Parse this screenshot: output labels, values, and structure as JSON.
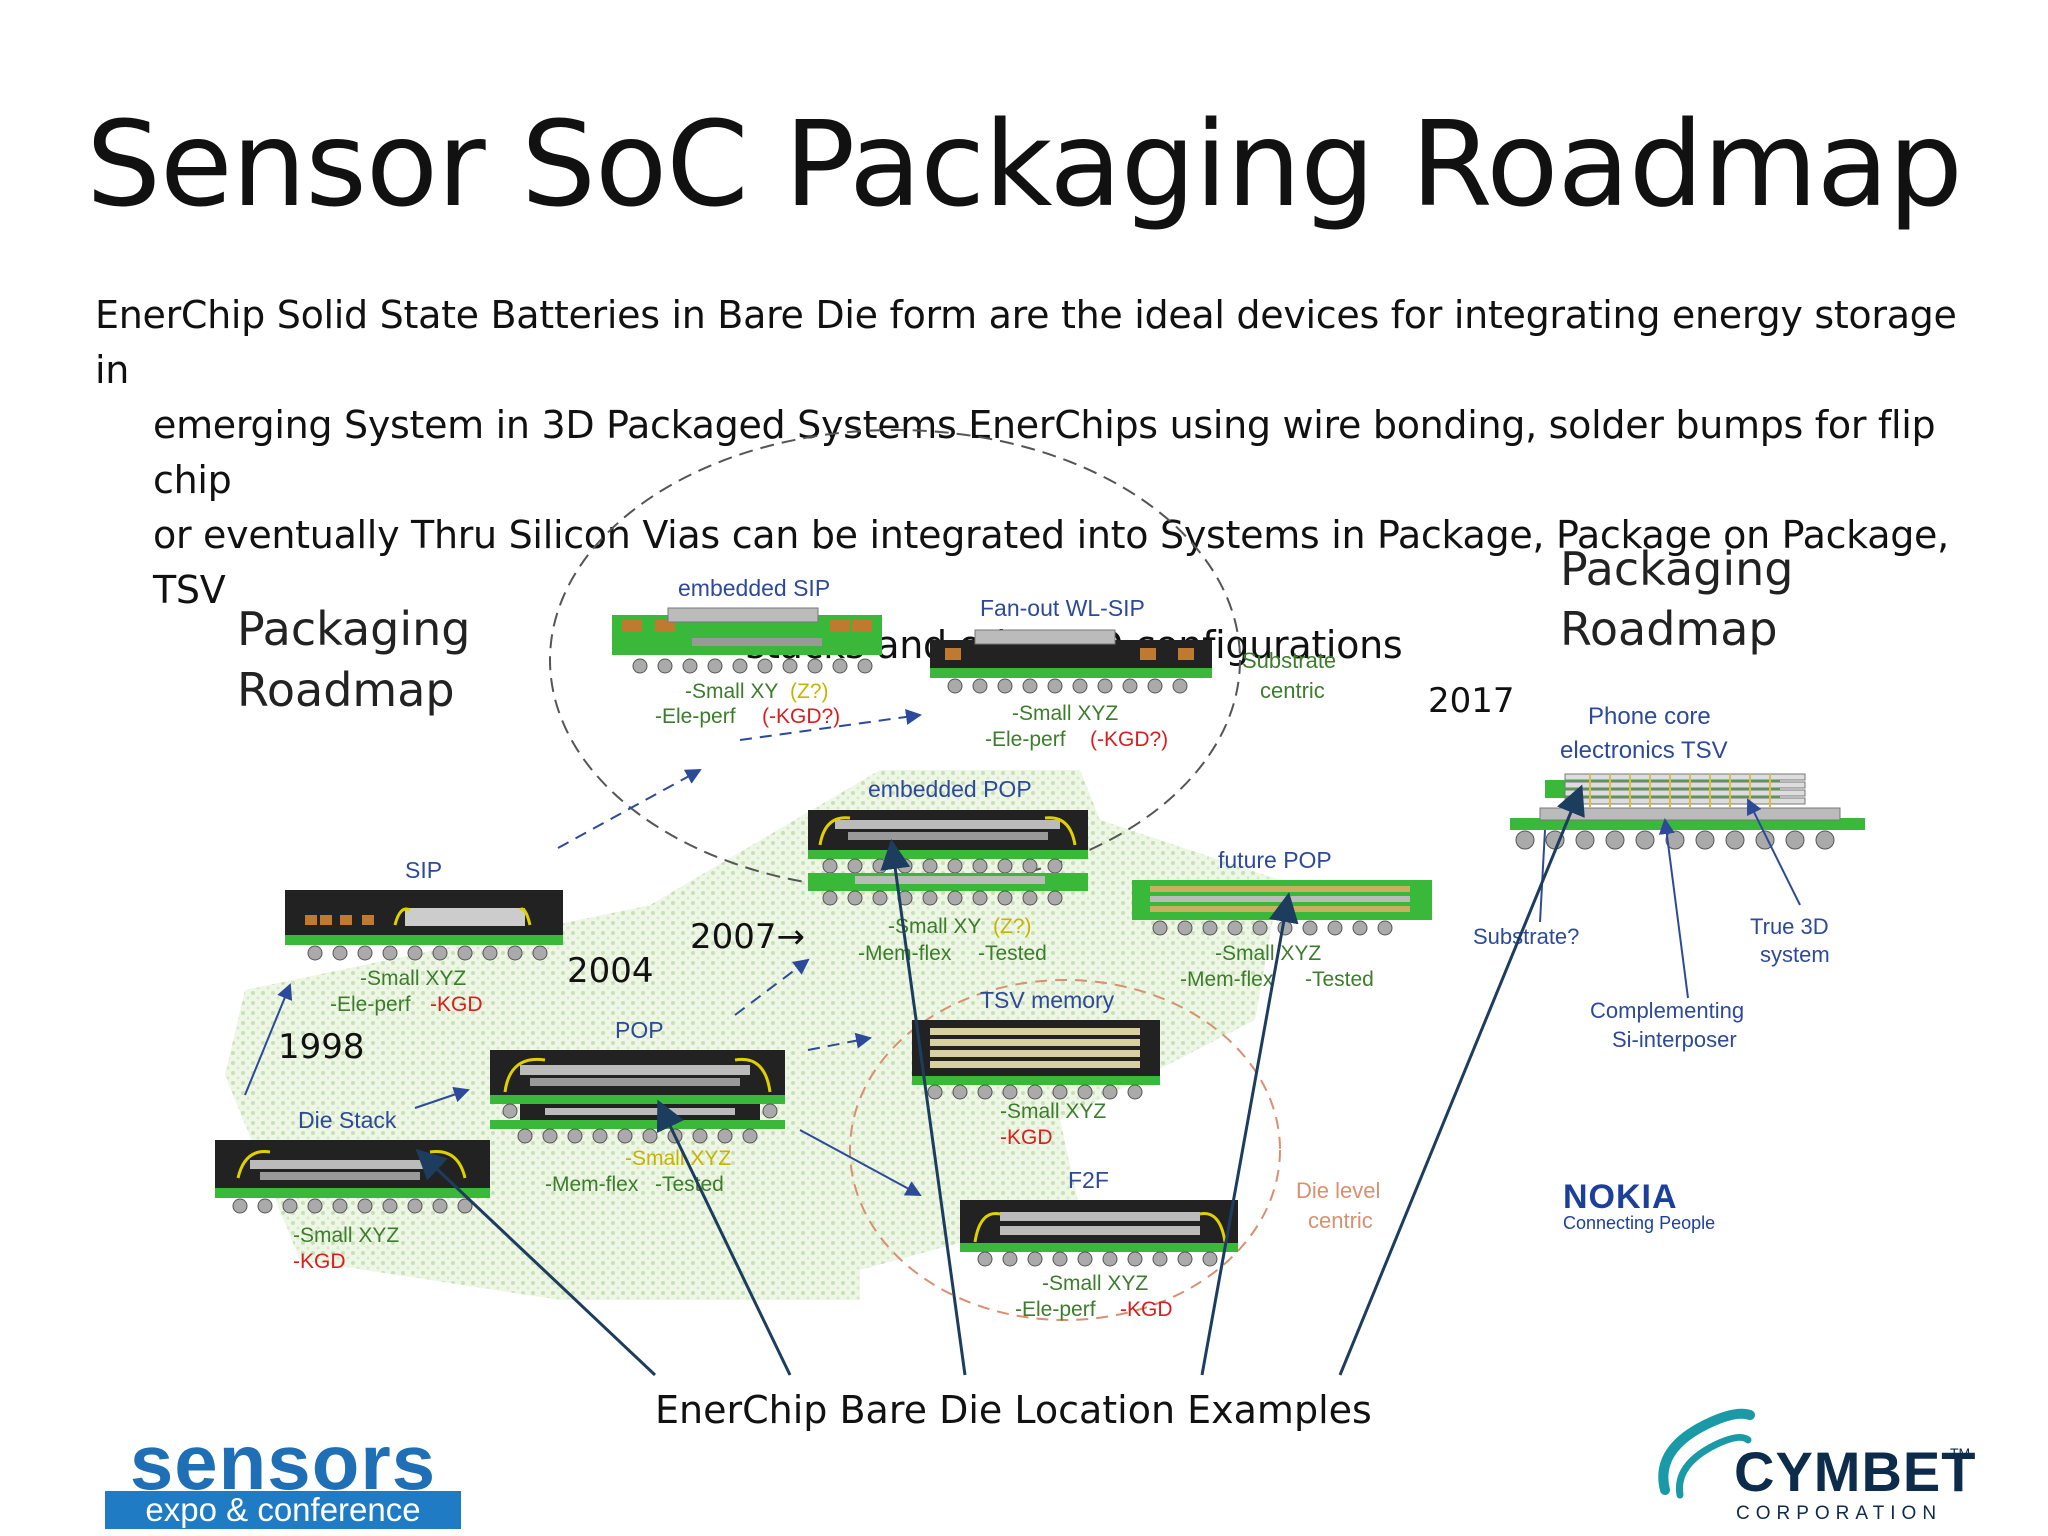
{
  "title": "Sensor SoC Packaging Roadmap",
  "paragraph": {
    "line1": "EnerChip Solid State Batteries in Bare Die form are the ideal devices for integrating energy storage in",
    "line2": "emerging System in 3D Packaged Systems EnerChips using wire bonding, solder bumps for flip chip",
    "line3": "or eventually Thru Silicon Vias can be integrated into Systems in Package, Package on Package, TSV",
    "line4": "stacks and other 3D configurations"
  },
  "caption": "EnerChip Bare Die Location Examples",
  "diagram": {
    "roadmap_left": [
      "Packaging",
      "Roadmap"
    ],
    "roadmap_right": [
      "Packaging",
      "Roadmap"
    ],
    "years": {
      "y1998": "1998",
      "y2004": "2004",
      "y2007": "2007→",
      "y2017": "2017"
    },
    "packages": {
      "die_stack": {
        "name": "Die Stack",
        "line1": "-Small XYZ",
        "line2": "-KGD"
      },
      "sip": {
        "name": "SIP",
        "line1": "-Small XYZ",
        "line2a": "-Ele-perf",
        "line2b": "-KGD"
      },
      "pop": {
        "name": "POP",
        "line1": "-Small XYZ",
        "line2a": "-Mem-flex",
        "line2b": "-Tested"
      },
      "embedded_sip": {
        "name": "embedded SIP",
        "line1a": "-Small XY",
        "line1b": "(Z?)",
        "line2a": "-Ele-perf",
        "line2b": "(-KGD?)"
      },
      "fanout": {
        "name": "Fan-out WL-SIP",
        "line1": "-Small XYZ",
        "line2a": "-Ele-perf",
        "line2b": "(-KGD?)"
      },
      "embedded_pop": {
        "name": "embedded POP",
        "line1a": "-Small XY",
        "line1b": "(Z?)",
        "line2a": "-Mem-flex",
        "line2b": "-Tested"
      },
      "future_pop": {
        "name": "future POP",
        "line1": "-Small XYZ",
        "line2a": "-Mem-flex",
        "line2b": "-Tested"
      },
      "tsv_memory": {
        "name": "TSV memory",
        "line1": "-Small XYZ",
        "line2": "-KGD"
      },
      "f2f": {
        "name": "F2F",
        "line1": "-Small XYZ",
        "line2a": "-Ele-perf",
        "line2b": "-KGD"
      },
      "phone_tsv": {
        "name1": "Phone core",
        "name2": "electronics TSV"
      }
    },
    "region_labels": {
      "substrate_centric": [
        "Substrate",
        "centric"
      ],
      "die_level_centric": [
        "Die level",
        "centric"
      ]
    },
    "callouts": {
      "substrate_q": "Substrate?",
      "true3d": [
        "True 3D",
        "system"
      ],
      "interposer": [
        "Complementing",
        "Si-interposer"
      ]
    },
    "colors": {
      "arrow": "#1d3d5e",
      "blue_text": "#2d4a9a",
      "green_text": "#3c7d2c",
      "red_text": "#d81e1e",
      "yellow_text": "#c8b400",
      "substrate": "#3ab83a"
    }
  },
  "logos": {
    "sensors_word": "sensors",
    "sensors_tag": "expo & conference",
    "cymbet_word": "CYMBET",
    "cymbet_tm": "TM",
    "cymbet_corp": "CORPORATION",
    "nokia_word": "NOKIA",
    "nokia_tag": "Connecting People"
  }
}
